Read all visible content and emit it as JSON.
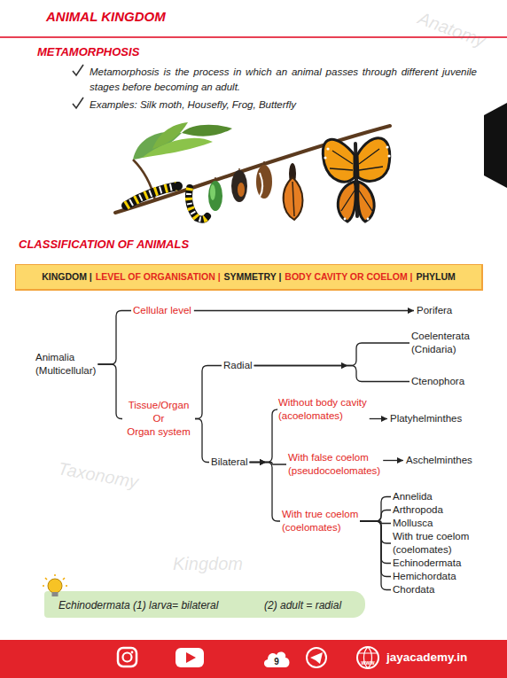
{
  "diagram": {
    "title": "ANIMAL KINGDOM",
    "nodes": [
      {
        "text": [
          "KINGDOM |",
          "LEVEL OF ORGANISATION |",
          "SYMMETRY |",
          "BODY CAVITY OR COELOM |",
          "PHYLUM"
        ]
      },
      {
        "text": [
          "Animalia (Multicellular)"
        ]
      },
      {
        "text": [
          "Cellular level"
        ]
      },
      {
        "text": [
          "Porifera"
        ]
      },
      {
        "text": [
          "Tissue/Organ Or Organ system"
        ]
      },
      {
        "text": [
          "Radial"
        ]
      },
      {
        "text": [
          "Coelenterata (Cnidaria)"
        ]
      },
      {
        "text": [
          "Ctenophora"
        ]
      },
      {
        "text": [
          "Bilateral"
        ]
      },
      {
        "text": [
          "Without body cavity (acoelomates)"
        ]
      },
      {
        "text": [
          "Platyhelminthes"
        ]
      },
      {
        "text": [
          "With false coelom (pseudocoelomates)"
        ]
      },
      {
        "text": [
          "Aschelminthes"
        ]
      },
      {
        "text": [
          "With true coelom (coelomates)"
        ]
      },
      {
        "text": [
          "Annelida"
        ]
      },
      {
        "text": [
          "Arthropoda"
        ]
      },
      {
        "text": [
          "Mollusca"
        ]
      },
      {
        "text": [
          "With true coelom (coelomates)"
        ]
      },
      {
        "text": [
          "Echinodermata"
        ]
      },
      {
        "text": [
          "Hemichordata"
        ]
      },
      {
        "text": [
          "Chordata"
        ]
      },
      {
        "text": [
          "Echinodermata (1) larva= bilateral",
          "(2) adult = radial"
        ]
      },
      {
        "text": [
          "jayacademy.in"
        ]
      },
      {
        "text": [
          "9"
        ],
        "in": 22
      }
    ],
    "edges": [
      {
        "from": 1,
        "to": 2,
        "arrow": "none"
      },
      {
        "from": 1,
        "to": 4,
        "arrow": "none"
      },
      {
        "from": 2,
        "to": 3,
        "arrow": "to"
      },
      {
        "from": 4,
        "to": 5,
        "arrow": "none"
      },
      {
        "from": 4,
        "to": 8,
        "arrow": "none"
      },
      {
        "from": 5,
        "to": 6,
        "arrow": "to"
      },
      {
        "from": 5,
        "to": 7,
        "arrow": "to"
      },
      {
        "from": 8,
        "to": 9,
        "arrow": "to"
      },
      {
        "from": 8,
        "to": 11,
        "arrow": "to"
      },
      {
        "from": 8,
        "to": 13,
        "arrow": "to"
      },
      {
        "from": 9,
        "to": 10,
        "arrow": "to"
      },
      {
        "from": 11,
        "to": 12,
        "arrow": "to"
      },
      {
        "from": 13,
        "to": 14,
        "arrow": "none"
      },
      {
        "from": 13,
        "to": 15,
        "arrow": "none"
      },
      {
        "from": 13,
        "to": 16,
        "arrow": "none"
      },
      {
        "from": 13,
        "to": 17,
        "arrow": "none"
      },
      {
        "from": 13,
        "to": 18,
        "arrow": "none"
      },
      {
        "from": 13,
        "to": 19,
        "arrow": "none"
      },
      {
        "from": 13,
        "to": 20,
        "arrow": "none"
      }
    ],
    "labels": [
      "METAMORPHOSIS",
      "Metamorphosis is the process in which an animal passes through different juvenile stages before becoming an adult.",
      "Examples: Silk moth, Housefly, Frog, Butterfly",
      "CLASSIFICATION OF ANIMALS",
      "www",
      "Anatomy",
      "Taxonomy",
      "Kingdom"
    ]
  }
}
